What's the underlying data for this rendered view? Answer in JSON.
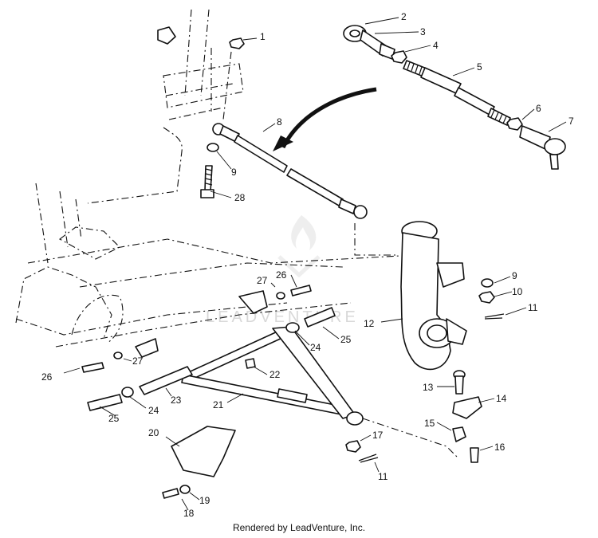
{
  "callouts": {
    "c1": "1",
    "c2": "2",
    "c3": "3",
    "c4": "4",
    "c5": "5",
    "c6": "6",
    "c7": "7",
    "c8": "8",
    "c9a": "9",
    "c9b": "9",
    "c10": "10",
    "c11a": "11",
    "c11b": "11",
    "c12": "12",
    "c13": "13",
    "c14": "14",
    "c15": "15",
    "c16": "16",
    "c17": "17",
    "c18": "18",
    "c19": "19",
    "c20": "20",
    "c21": "21",
    "c22": "22",
    "c23": "23",
    "c24a": "24",
    "c24b": "24",
    "c25a": "25",
    "c25b": "25",
    "c26a": "26",
    "c26b": "26",
    "c27a": "27",
    "c27b": "27",
    "c28": "28"
  },
  "watermark": "LEADVENTURE",
  "credit": "Rendered by LeadVenture, Inc."
}
